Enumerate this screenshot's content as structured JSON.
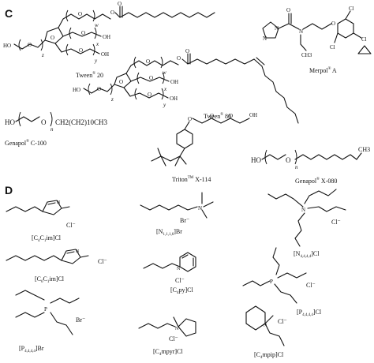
{
  "panels": {
    "c": "C",
    "d": "D"
  },
  "surfactants": {
    "tween20": {
      "pre": "Tween",
      "sup": "®",
      "post": " 20"
    },
    "tween80": {
      "pre": "Tween",
      "sup": "®",
      "post": " 80"
    },
    "merpol": {
      "pre": "Merpol",
      "sup": "®",
      "post": " A"
    },
    "genapol_c100": {
      "pre": "Genapol",
      "sup": "®",
      "post": " C-100"
    },
    "triton": {
      "pre": "Triton",
      "sup": "TM",
      "post": " X-114"
    },
    "genapol_x080": {
      "pre": "Genapol",
      "sup": "®",
      "post": " X-080"
    }
  },
  "formula_texts": {
    "ho": "HO",
    "o": "O",
    "oh": "OH",
    "n": "n",
    "w": "w",
    "x": "x",
    "y": "y",
    "z": "z",
    "nplus": "N",
    "pplus": "P",
    "plus": "+",
    "c100_tail": "CH2(CH2)10CH3",
    "x080_tail_ch3": "CH3",
    "cl": "Cl",
    "ch3": "CH3",
    "ch2": "CH2"
  },
  "ionic_liquids": [
    {
      "main": "[C",
      "sub1": "4",
      "mid": "C",
      "sub2": "1",
      "tail": "im]Cl",
      "counter": "Cl⁻"
    },
    {
      "main": "[N",
      "sub1": "1,1,1,6",
      "tail": "]Br",
      "counter": "Br⁻"
    },
    {
      "main": "[N",
      "sub1": "4,4,4,4",
      "tail": "]Cl",
      "counter": "Cl⁻"
    },
    {
      "main": "[C",
      "sub1": "6",
      "mid": "C",
      "sub2": "1",
      "tail": "im]Cl",
      "counter": "Cl⁻"
    },
    {
      "main": "[C",
      "sub1": "4",
      "tail": "py]Cl",
      "counter": "Cl⁻"
    },
    {
      "main": "[P",
      "sub1": "4,4,4,4",
      "tail": "]Cl",
      "counter": "Cl⁻"
    },
    {
      "main": "[P",
      "sub1": "4,4,4,4",
      "tail": "]Br",
      "counter": "Br⁻"
    },
    {
      "main": "[C",
      "sub1": "4",
      "tail": "mpyr]Cl",
      "counter": "Cl⁻"
    },
    {
      "main": "[C",
      "sub1": "4",
      "tail": "mpip]Cl",
      "counter": "Cl⁻"
    }
  ]
}
